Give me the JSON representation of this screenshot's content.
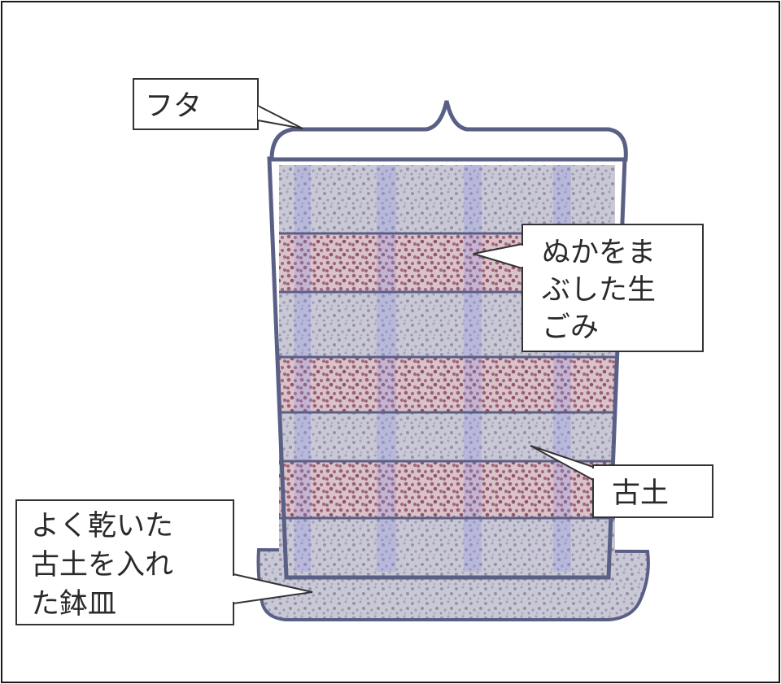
{
  "labels": {
    "lid": "フタ",
    "food_waste": [
      "ぬかをま",
      "ぶした生",
      "ごみ"
    ],
    "old_soil": "古土",
    "saucer": [
      "よく乾いた",
      "古土を入れ",
      "た鉢皿"
    ]
  },
  "layers": [
    "soil",
    "waste",
    "soil",
    "waste",
    "soil",
    "waste",
    "soil"
  ],
  "colors": {
    "outline": "#5a5f86",
    "soil_fill": "#c9c9d6",
    "soil_dot": "#9a93ad",
    "waste_fill": "#d2b4be",
    "waste_dot": "#9b5f73",
    "stripe": "#8d8fe6",
    "callout_border": "#333333"
  }
}
